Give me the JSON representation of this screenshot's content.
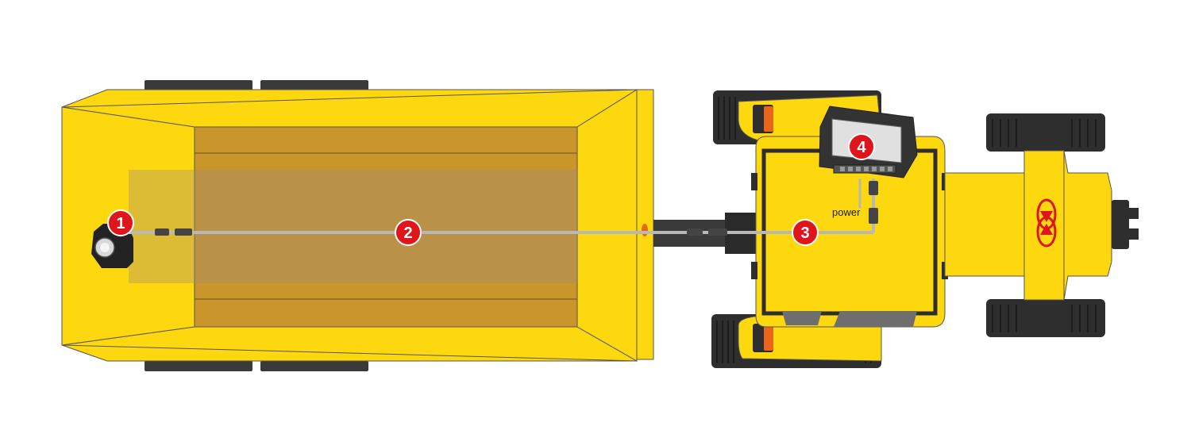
{
  "markers": [
    {
      "id": "1",
      "label": "1"
    },
    {
      "id": "2",
      "label": "2"
    },
    {
      "id": "3",
      "label": "3"
    },
    {
      "id": "4",
      "label": "4"
    }
  ],
  "labels": {
    "power": "power"
  },
  "colors": {
    "body_yellow": "#FDD80F",
    "bed_brown": "#C9962B",
    "tire_dark": "#2E2E2E",
    "marker_red": "#E0141B",
    "cable_gray": "#B8B8B8",
    "accent_orange": "#E8651A"
  }
}
